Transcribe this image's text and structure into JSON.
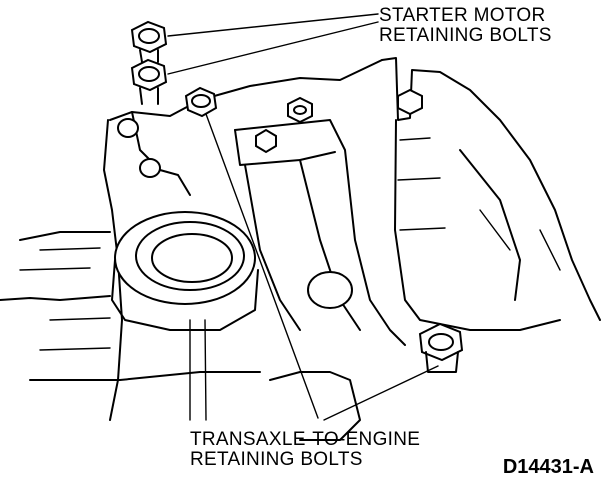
{
  "callouts": {
    "starter_motor_line1": "STARTER MOTOR",
    "starter_motor_line2": "RETAINING BOLTS",
    "transaxle_line1": "TRANSAXLE-TO-ENGINE",
    "transaxle_line2": "RETAINING BOLTS"
  },
  "figure_id": "D14431-A"
}
